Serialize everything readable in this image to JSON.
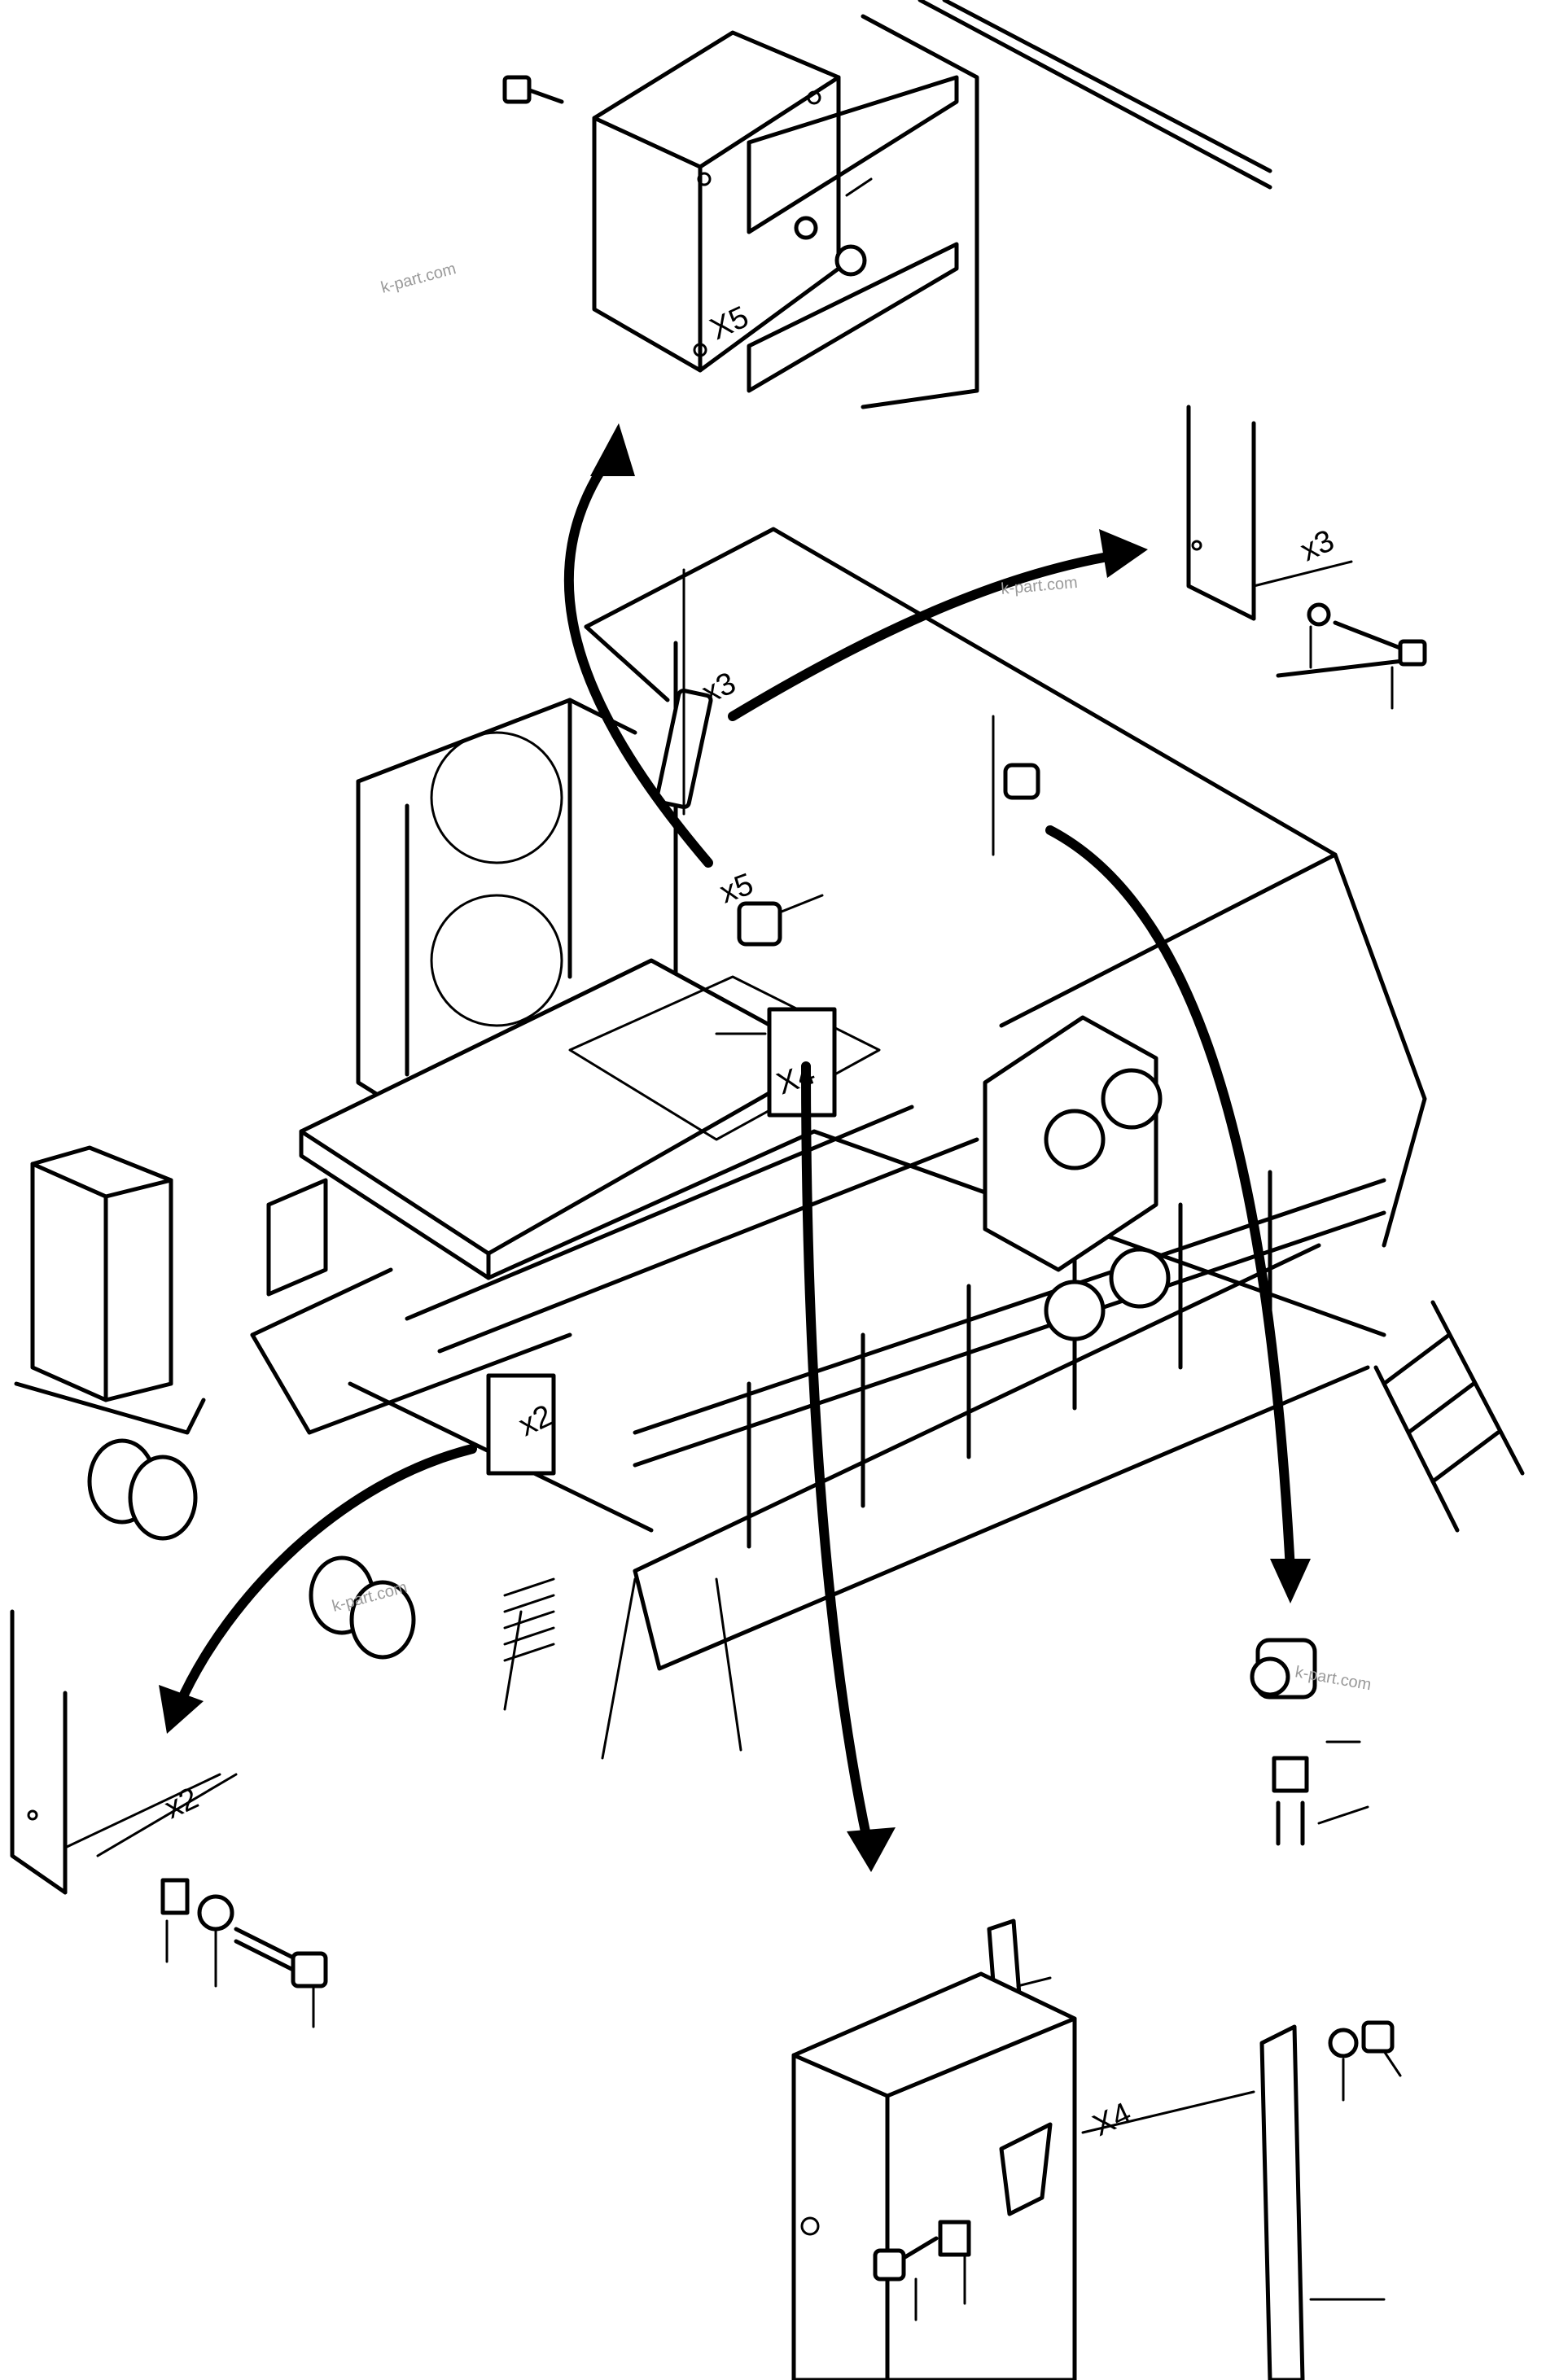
{
  "labels": {
    "x5_detail": "X5",
    "x3_detail": "x3",
    "x3_main": "x3",
    "x5_main": "x5",
    "x4_main": "X4",
    "x2_main": "x2",
    "x2_detail": "x2",
    "x4_detail": "X4"
  },
  "watermarks": [
    "k-part.com",
    "k-part.com",
    "k-part.com",
    "k-part.com"
  ]
}
